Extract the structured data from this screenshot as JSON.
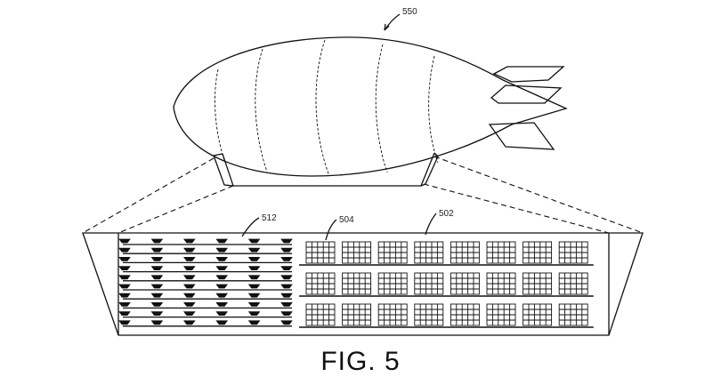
{
  "figure": {
    "caption": "FIG. 5",
    "labels": {
      "airship": "550",
      "storage_area": "502",
      "shelving_unit": "504",
      "drone_bay": "512"
    },
    "drone_bay": {
      "columns": 6,
      "rows": 10
    },
    "shelving": {
      "units_per_row": 8,
      "rows": 3
    },
    "colors": {
      "line": "#111111",
      "background": "#ffffff"
    }
  }
}
